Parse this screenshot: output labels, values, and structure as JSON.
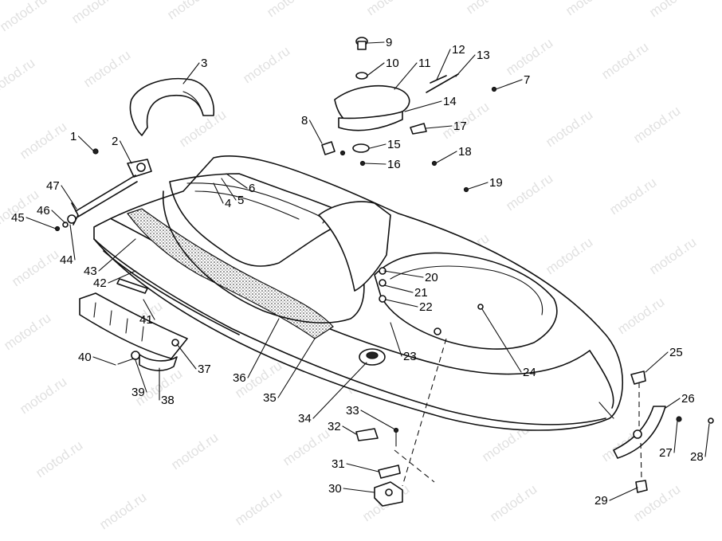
{
  "watermark": "motod.ru",
  "colors": {
    "line": "#111111",
    "background": "#ffffff",
    "watermark": "#c9c9c9"
  },
  "callouts": [
    "1",
    "2",
    "3",
    "4",
    "5",
    "6",
    "7",
    "8",
    "9",
    "10",
    "11",
    "12",
    "13",
    "14",
    "15",
    "16",
    "17",
    "18",
    "19",
    "20",
    "21",
    "22",
    "23",
    "24",
    "25",
    "26",
    "27",
    "28",
    "29",
    "30",
    "31",
    "32",
    "33",
    "34",
    "35",
    "36",
    "37",
    "38",
    "39",
    "40",
    "41",
    "42",
    "43",
    "44",
    "45",
    "46",
    "47"
  ]
}
